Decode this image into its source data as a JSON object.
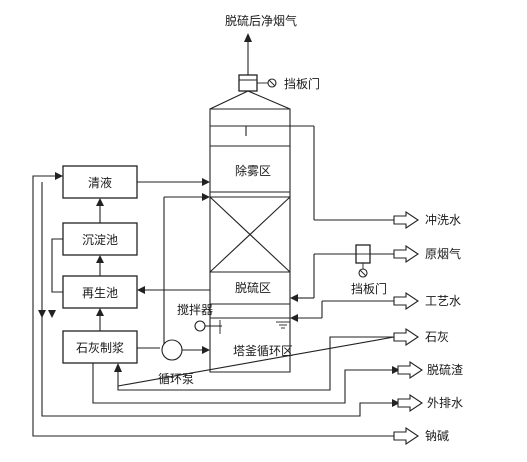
{
  "title": "脱硫后净烟气",
  "labels": {
    "damper_top": "挡板门",
    "demist": "除雾区",
    "desulf": "脱硫区",
    "slurry": "塔釜循环区",
    "clear": "清液",
    "sediment": "沉淀池",
    "regen": "再生池",
    "lime_prep": "石灰制浆",
    "agitator": "搅拌器",
    "pump": "循环泵",
    "damper_side": "挡板门"
  },
  "streams": {
    "flush_water": "冲洗水",
    "raw_flue_gas": "原烟气",
    "process_water": "工艺水",
    "lime": "石灰",
    "desulf_residue": "脱硫渣",
    "discharge_water": "外排水",
    "soda": "钠碱"
  }
}
